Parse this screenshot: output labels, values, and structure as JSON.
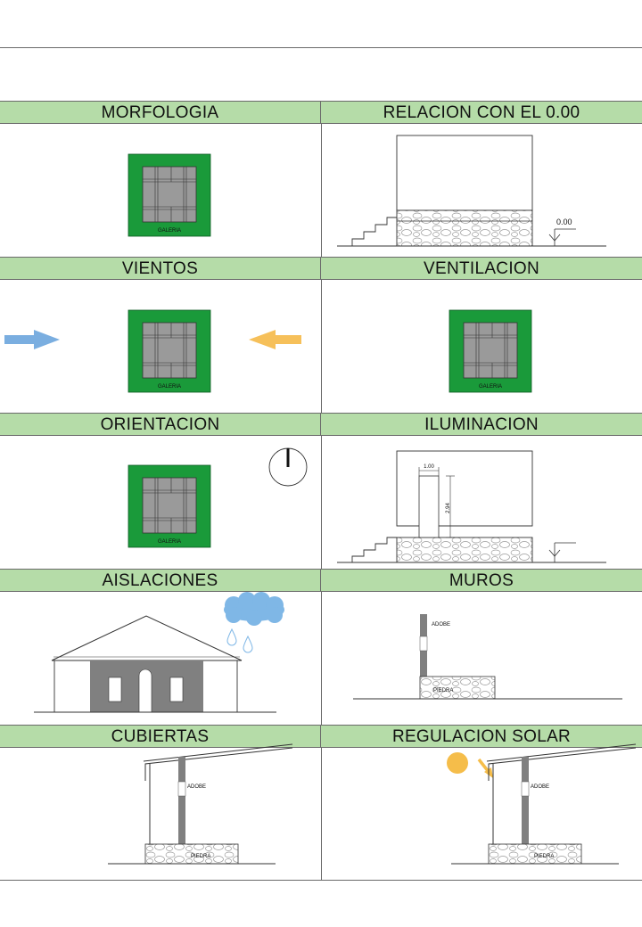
{
  "sections": {
    "morfologia": "MORFOLOGIA",
    "relacion": "RELACION CON EL 0.00",
    "vientos": "VIENTOS",
    "ventilacion": "VENTILACION",
    "orientacion": "ORIENTACION",
    "iluminacion": "ILUMINACION",
    "aislaciones": "AISLACIONES",
    "muros": "MUROS",
    "cubiertas": "CUBIERTAS",
    "regulacion": "REGULACION SOLAR"
  },
  "labels": {
    "galeria": "GALERIA",
    "level": "0.00",
    "dim_width": "1.00",
    "dim_height": "2.94",
    "adobe": "ADOBE",
    "piedra": "PIEDRA"
  },
  "colors": {
    "header_bg": "#b5dca8",
    "plan_green": "#1a9a3a",
    "plan_gray": "#9a9a9a",
    "wind_blue": "#7aaee0",
    "wind_yellow": "#f6c05a",
    "cloud_blue": "#7fb7e6",
    "sun": "#f5bd4a"
  }
}
